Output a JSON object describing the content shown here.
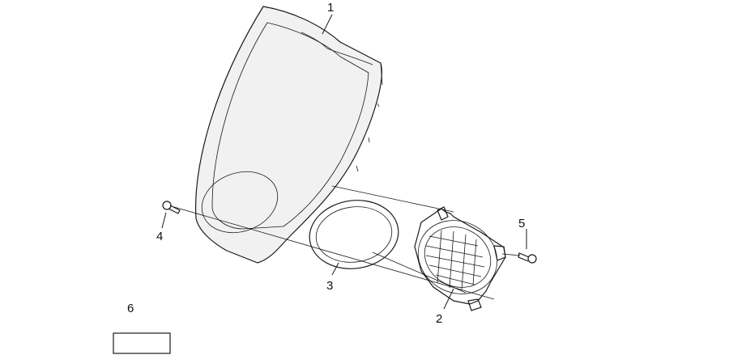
{
  "diagram": {
    "callouts": [
      "1",
      "2",
      "3",
      "4",
      "5",
      "6"
    ]
  },
  "colors": {
    "line": "#1a1a1a",
    "background": "#ffffff"
  }
}
